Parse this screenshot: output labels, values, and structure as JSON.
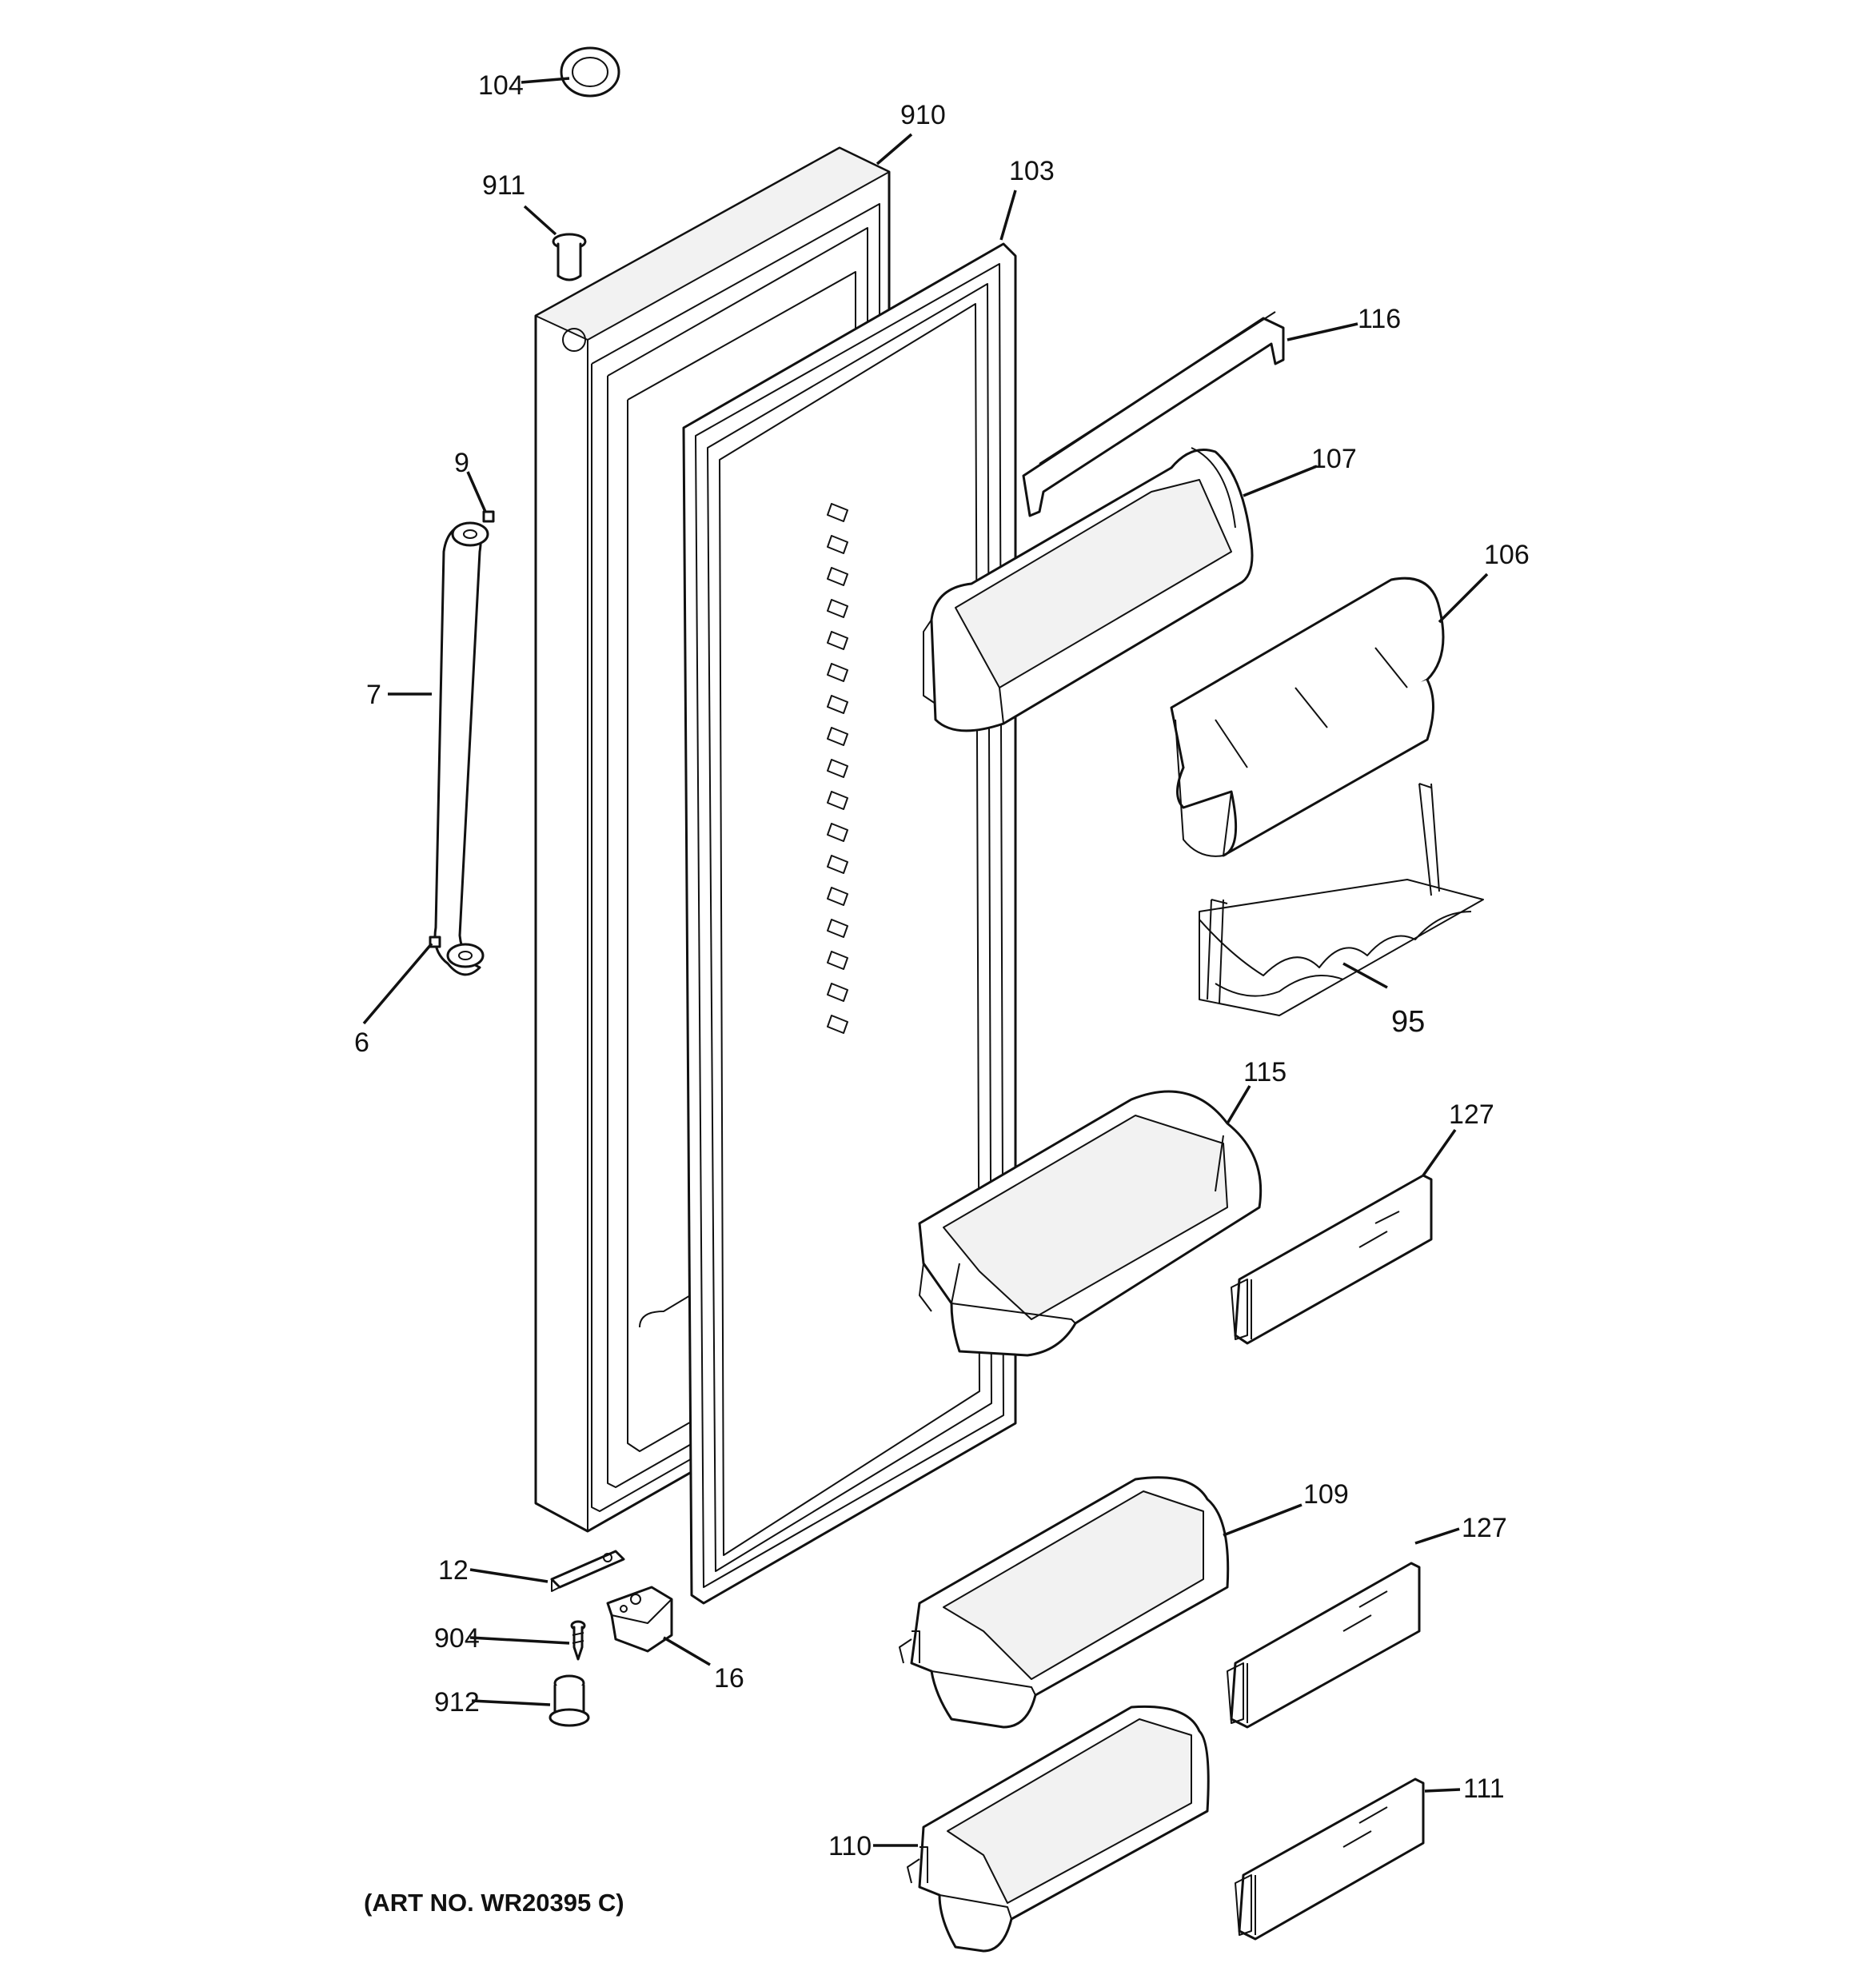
{
  "callouts": {
    "c104": "104",
    "c910": "910",
    "c911": "911",
    "c103": "103",
    "c116": "116",
    "c107": "107",
    "c106": "106",
    "c9": "9",
    "c7": "7",
    "c6": "6",
    "c95": "95",
    "c115": "115",
    "c127a": "127",
    "c109": "109",
    "c127b": "127",
    "c12": "12",
    "c904": "904",
    "c16": "16",
    "c912": "912",
    "c111": "111",
    "c110": "110"
  },
  "art_number": "(ART NO. WR20395 C)"
}
